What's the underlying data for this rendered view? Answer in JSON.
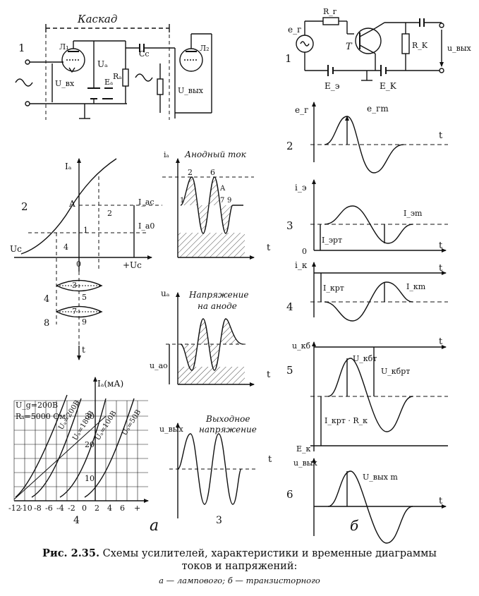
{
  "colors": {
    "ink": "#111111",
    "paper": "#ffffff"
  },
  "labels": {
    "kaskad": "Каскад",
    "l1": "Л₁",
    "l2": "Л₂",
    "ua": "Uₐ",
    "cc": "Cc",
    "ra": "Rₐ",
    "ea": "Eₐ",
    "ubx": "U_вх",
    "ubyx": "U_вых",
    "p1": "1",
    "p2": "2",
    "p3": "3",
    "p4": "4",
    "ia_axis": "Iₐ",
    "uc_axis": "Uc",
    "uc_pos": "+Uc",
    "ptA": "A",
    "ptO": "0",
    "t": "t",
    "lbl1": "1",
    "lbl2": "2",
    "lbl3": "3",
    "lbl4": "4",
    "lbl5": "5",
    "lbl7": "7",
    "lbl8": "8",
    "lbl9": "9",
    "iac": "I_ac",
    "iao": "I_a0",
    "anode_current": "Анодный ток",
    "ia_small": "iₐ",
    "n1": "1",
    "n2": "2",
    "n6": "6",
    "nA": "A",
    "n7": "7",
    "n9": "9",
    "voltage_l1": "Напряжение",
    "voltage_l2": "на аноде",
    "ua_small": "uₐ",
    "uao": "u_ao",
    "out_l1": "Выходное",
    "out_l2": "напряжение",
    "uvyx_small": "u_вых",
    "ina": "Iₐ(мА)",
    "ug": "U_g=200В",
    "ra_val": "Rₐ=5000 Ом",
    "c200": "Uₐ=200В",
    "c180": "Uₐ=180В",
    "c100": "Uₐ=100В",
    "c50": "Uₐ=50В",
    "y10": "10",
    "y20": "20",
    "y30": "30",
    "ticks": [
      "-12",
      "-10",
      "-8",
      "-6",
      "-4",
      "-2",
      "0",
      "2",
      "4",
      "6",
      "+"
    ],
    "a_letter": "а",
    "b_letter": "б",
    "er": "e_г",
    "rr": "R_г",
    "tT": "T",
    "rk": "R_K",
    "uvyx": "u_вых",
    "ee": "E_э",
    "ek": "E_K",
    "er_small": "e_г",
    "erm": "e_гm",
    "iz": "i_э",
    "izm": "I_эm",
    "izrt": "I_эрт",
    "zero": "0",
    "ik": "i_к",
    "ikrt": "I_крт",
    "ikm": "I_кm",
    "ukb": "u_кб",
    "ukbt": "U_кбт",
    "ukbrt": "U_кбрт",
    "ikrk": "I_крт · R_к",
    "ek2": "E_к",
    "uvyx2": "u_вых",
    "uvyxm": "U_вых m",
    "r1": "1",
    "r2": "2",
    "r3": "3",
    "r4": "4",
    "r5": "5",
    "r6": "6"
  },
  "caption": {
    "head": "Рис. 2.35.",
    "line1": "Схемы усилителей, характеристики и временные диаграммы",
    "line2": "токов и напряжений:",
    "sub": "а — лампового; б — транзисторного"
  }
}
